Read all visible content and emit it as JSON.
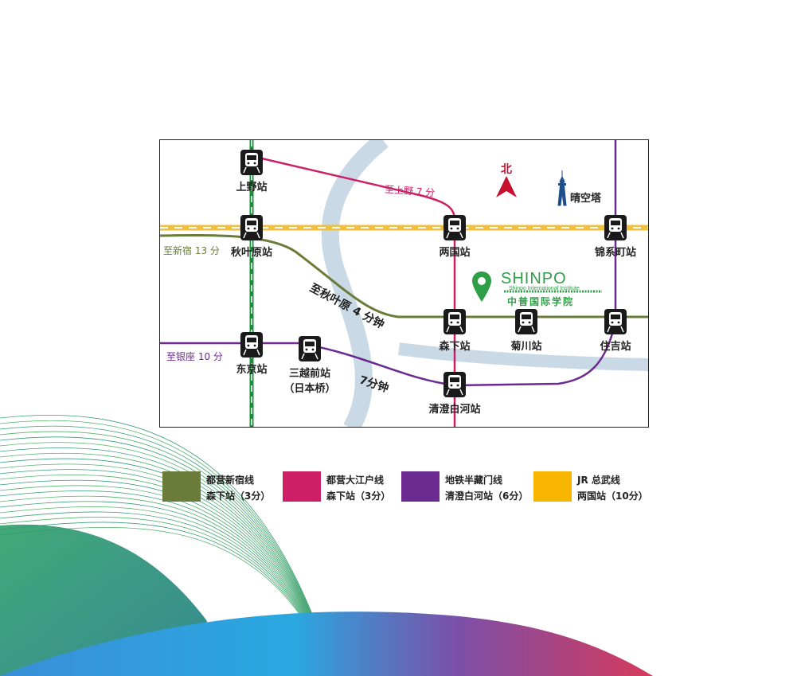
{
  "map": {
    "compass": {
      "label": "北",
      "color": "#c8102e"
    },
    "landmark": {
      "label": "晴空塔",
      "icon": "skytree-tower-icon",
      "color": "#1f4e8c"
    },
    "logo": {
      "brand": "SHINPO",
      "tagline": "Shinpo International Institute",
      "name_cn": "中普国际学院",
      "icon": "map-pin-icon",
      "color": "#2e9f47"
    },
    "stations": [
      {
        "id": "ueno",
        "label": "上野站"
      },
      {
        "id": "akihabara",
        "label": "秋叶原站"
      },
      {
        "id": "ryogoku",
        "label": "两国站"
      },
      {
        "id": "kinshicho",
        "label": "锦系町站"
      },
      {
        "id": "tokyo",
        "label": "东京站"
      },
      {
        "id": "mitsukoshimae",
        "label": "三越前站",
        "sub": "（日本桥）"
      },
      {
        "id": "morishita",
        "label": "森下站"
      },
      {
        "id": "kikukawa",
        "label": "菊川站"
      },
      {
        "id": "sumiyoshi",
        "label": "住吉站"
      },
      {
        "id": "kiyosumi",
        "label": "清澄白河站"
      }
    ],
    "annotations": {
      "to_ueno": "至上野 7 分",
      "to_shinjuku": "至新宿 13 分",
      "to_akihabara": "至秋叶原 4 分钟",
      "to_ginza": "至银座 10 分",
      "seven_min": "7分钟"
    }
  },
  "legend": [
    {
      "line": "都营新宿线",
      "station": "森下站（3分）",
      "color": "#6b7c3a"
    },
    {
      "line": "都营大江户线",
      "station": "森下站（3分）",
      "color": "#cc1f66"
    },
    {
      "line": "地铁半藏门线",
      "station": "清澄白河站（6分）",
      "color": "#6b2a8f"
    },
    {
      "line": "JR 总武线",
      "station": "两国站（10分）",
      "color": "#f7b500"
    }
  ],
  "colors": {
    "jr_yamanote": "#1a8c3a",
    "shinjuku_line": "#6b7c3a",
    "oedo_line": "#cc1f66",
    "hanzomon_line": "#6b2a8f",
    "sobu_line": "#f0c040",
    "river": "#c9d9e5"
  }
}
